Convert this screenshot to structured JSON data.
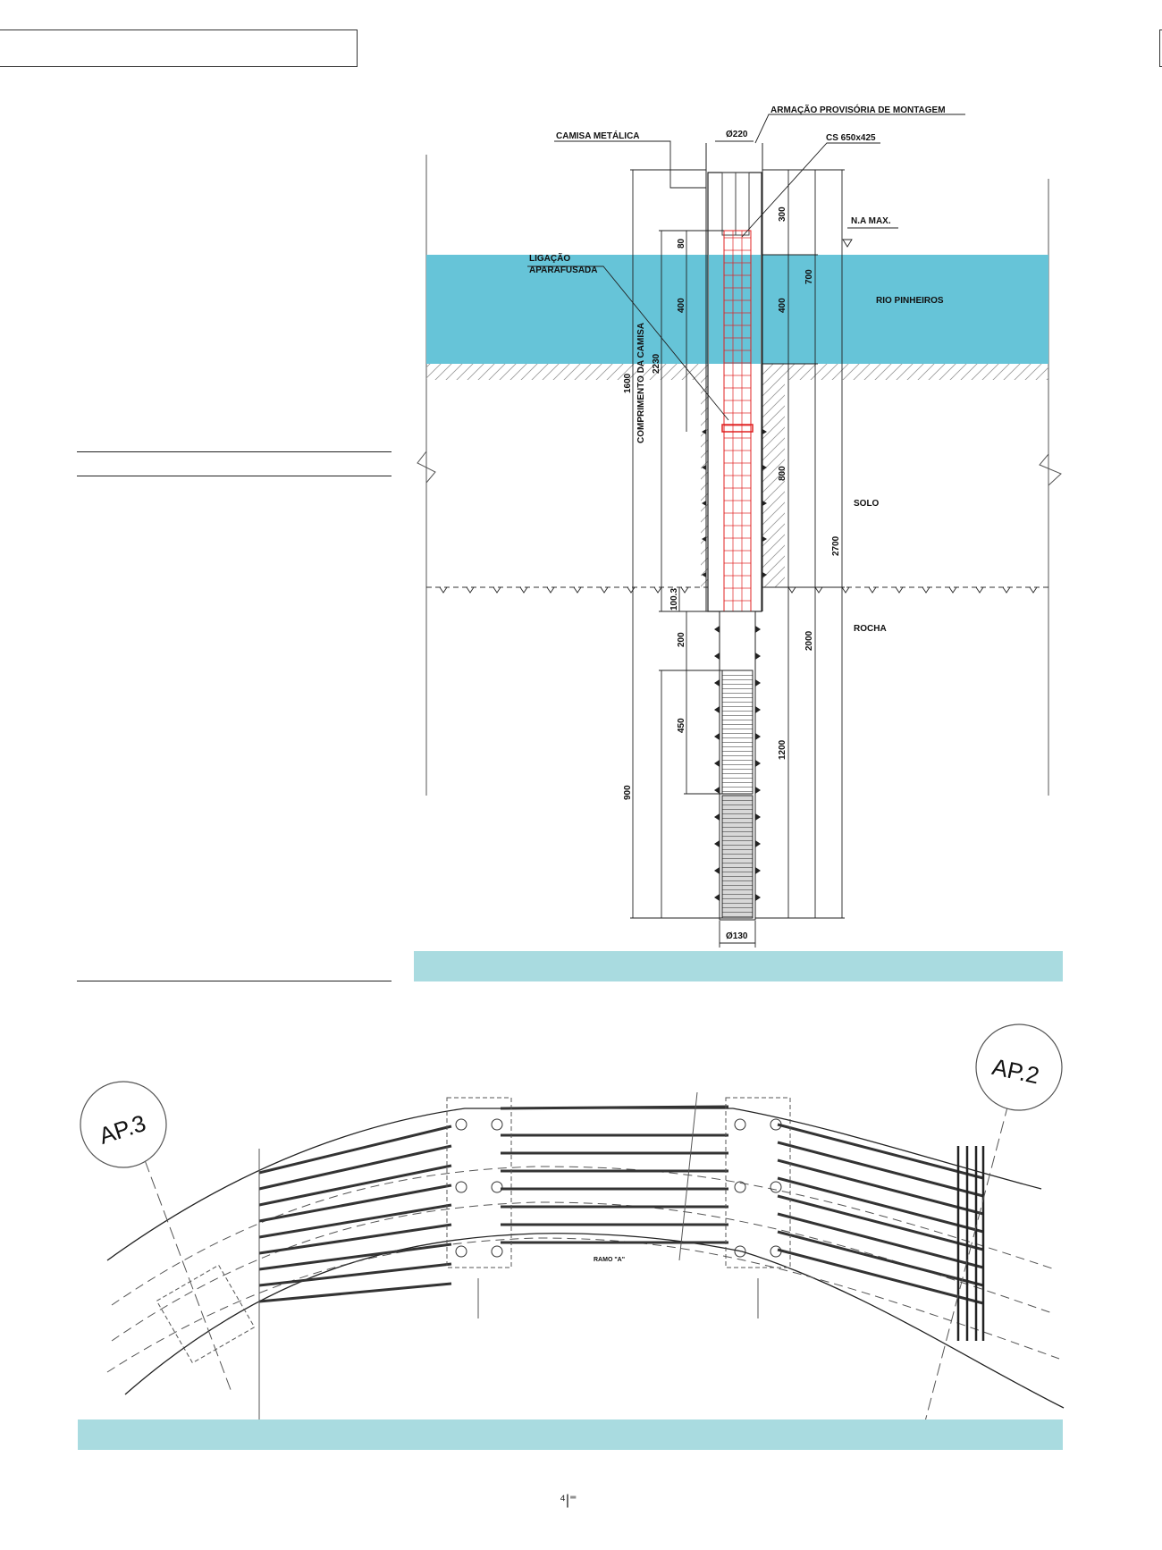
{
  "section_drawing": {
    "labels": {
      "armacao": "ARMAÇÃO PROVISÓRIA DE MONTAGEM",
      "camisa": "CAMISA METÁLICA",
      "cs": "CS 650x425",
      "na_max": "N.A MAX.",
      "ligacao_1": "LIGAÇÃO",
      "ligacao_2": "APARAFUSADA",
      "rio": "RIO PINHEIROS",
      "comprimento": "COMPRIMENTO DA CAMISA",
      "solo": "SOLO",
      "rocha": "ROCHA",
      "diam_top": "Ø220",
      "diam_bottom": "Ø130"
    },
    "dimensions": {
      "d80": "80",
      "d400a": "400",
      "d1600": "1600",
      "d2230": "2230",
      "d300": "300",
      "d700": "700",
      "d400b": "400",
      "d800": "800",
      "d2700": "2700",
      "d100_3": "100.3",
      "d200": "200",
      "d2000": "2000",
      "d450": "450",
      "d900": "900",
      "d1200": "1200"
    },
    "colors": {
      "water": "#66c4d8",
      "rebar": "#e02020",
      "caption": "#a9dbe0"
    }
  },
  "plan_drawing": {
    "labels": {
      "ap3": "AP.3",
      "ap2": "AP.2",
      "ramo": "RAMO \"A\""
    }
  },
  "footer": {
    "page_mark": "⁴|⁼"
  }
}
